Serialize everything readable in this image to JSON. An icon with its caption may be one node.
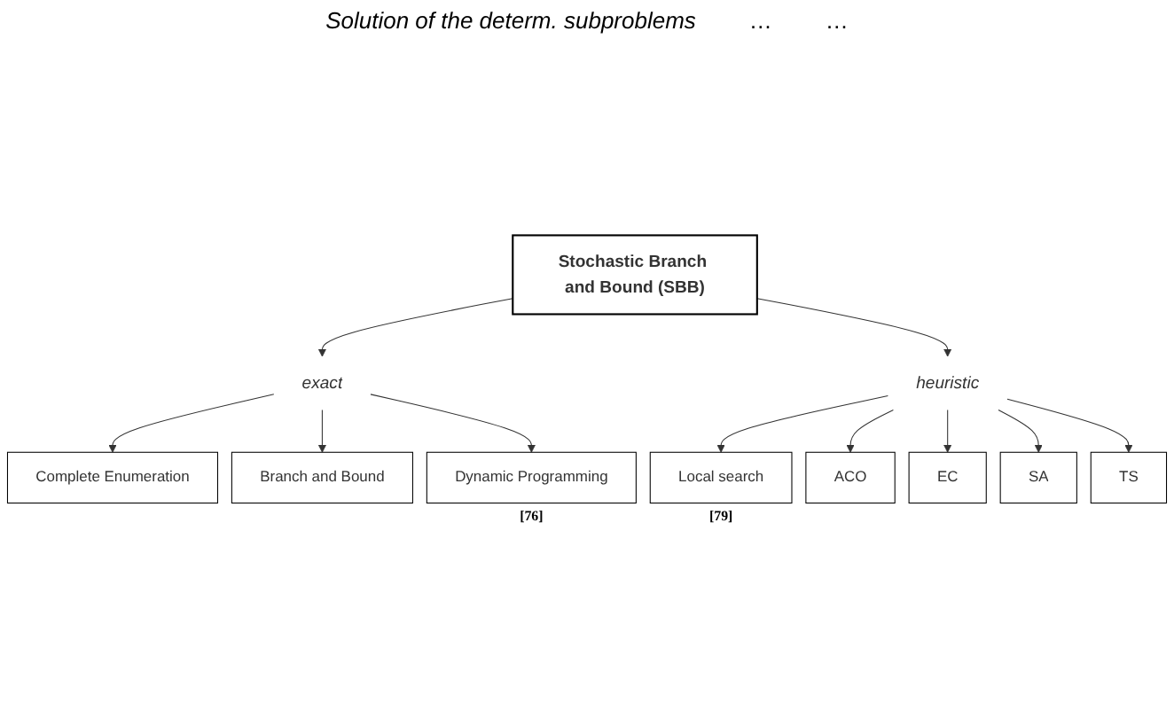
{
  "diagram": {
    "nodes": [
      {
        "text": [
          "Stochastic Branch and Bound (SBB)"
        ]
      },
      {
        "text": [
          "exact"
        ]
      },
      {
        "text": [
          "heuristic"
        ]
      },
      {
        "text": [
          "Complete Enumeration"
        ]
      },
      {
        "text": [
          "Branch and Bound"
        ]
      },
      {
        "text": [
          "Dynamic Programming"
        ],
        "beside": [
          "[76]"
        ]
      },
      {
        "text": [
          "Local search"
        ],
        "beside": [
          "[79]"
        ]
      },
      {
        "text": [
          "ACO"
        ]
      },
      {
        "text": [
          "EC"
        ]
      },
      {
        "text": [
          "SA"
        ]
      },
      {
        "text": [
          "TS"
        ]
      }
    ],
    "edges": [
      {
        "from": 0,
        "to": 1,
        "arrow": "to"
      },
      {
        "from": 0,
        "to": 2,
        "arrow": "to"
      },
      {
        "from": 1,
        "to": 3,
        "arrow": "to"
      },
      {
        "from": 1,
        "to": 4,
        "arrow": "to"
      },
      {
        "from": 1,
        "to": 5,
        "arrow": "to"
      },
      {
        "from": 2,
        "to": 6,
        "arrow": "to"
      },
      {
        "from": 2,
        "to": 7,
        "arrow": "to"
      },
      {
        "from": 2,
        "to": 8,
        "arrow": "to"
      },
      {
        "from": 2,
        "to": 9,
        "arrow": "to"
      },
      {
        "from": 2,
        "to": 10,
        "arrow": "to"
      }
    ],
    "labels": [
      "Solution of the determ. subproblems",
      "…",
      "…"
    ]
  }
}
